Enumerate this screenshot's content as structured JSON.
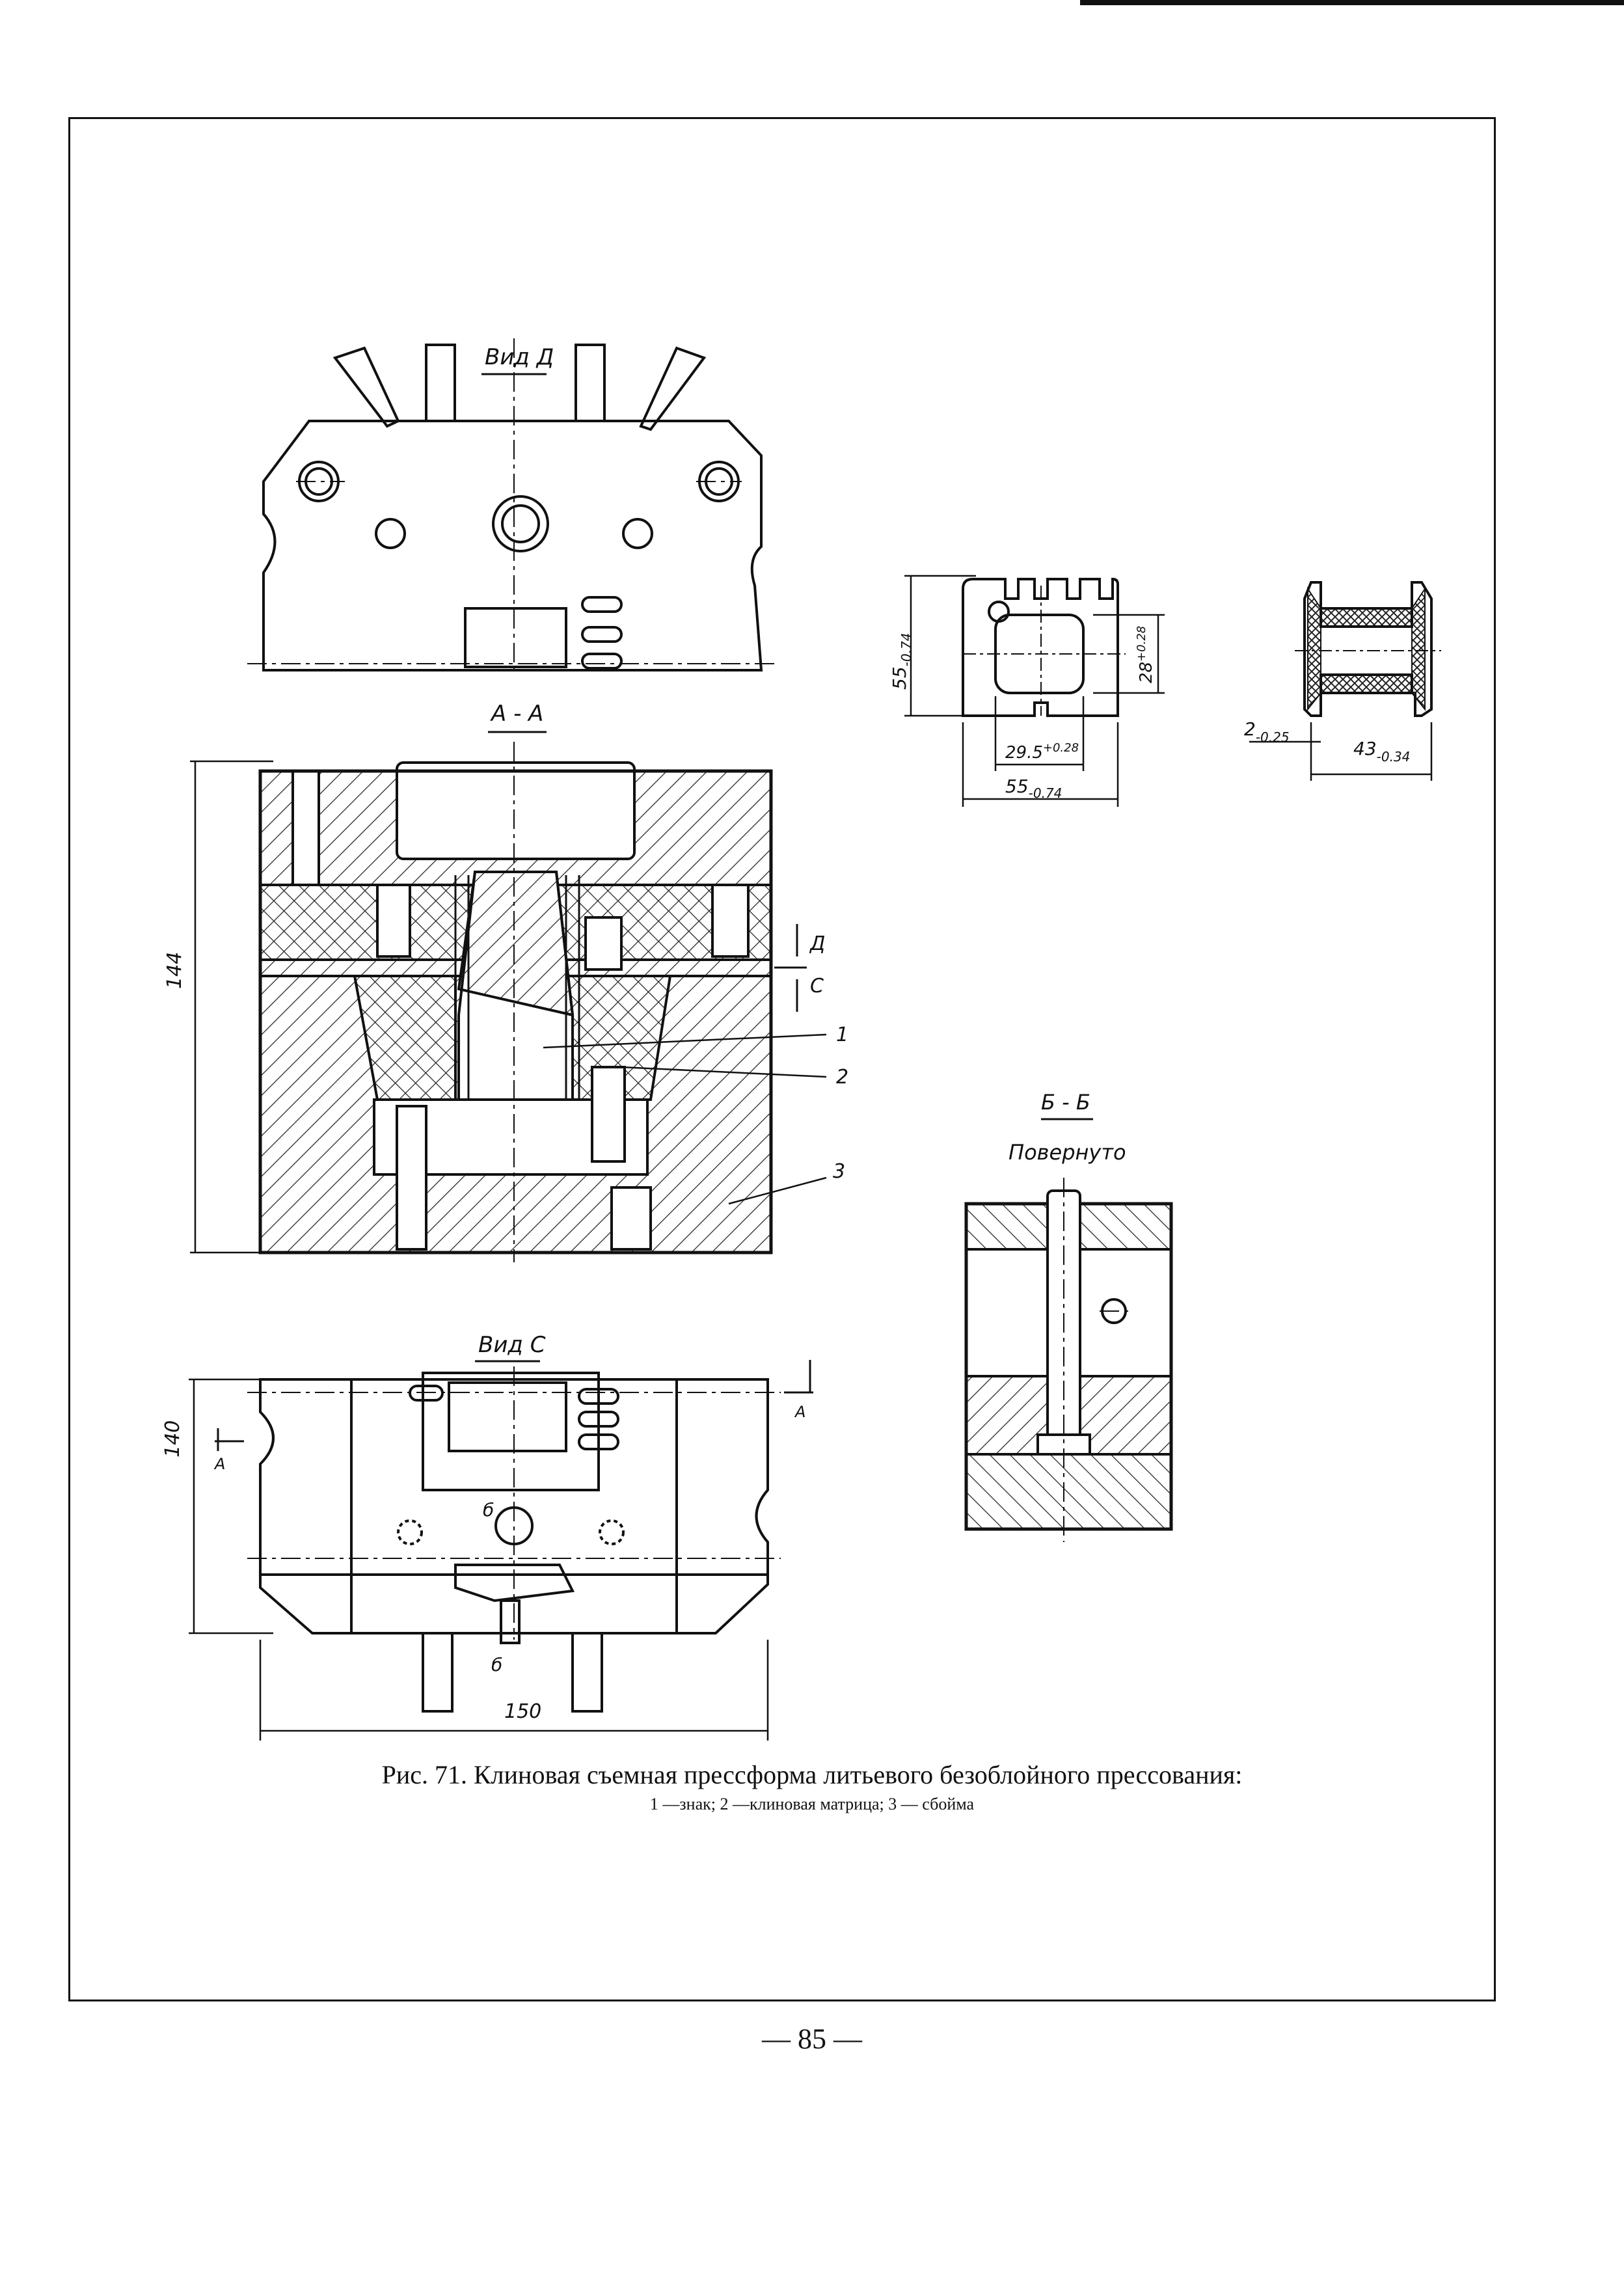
{
  "figure": {
    "views": {
      "view_d": "Вид Д",
      "section_aa": "А - А",
      "view_c": "Вид С",
      "section_bb": "Б - Б",
      "rotated": "Повернуто"
    },
    "dims": {
      "height_144": "144",
      "height_140": "140",
      "width_150": "150",
      "h55": "55",
      "h55_tol": "-0.74",
      "w55": "55",
      "w55_tol": "-0.74",
      "d28": "28",
      "d28_tol": "+0.28",
      "d29_5": "29.5",
      "d29_5_tol": "+0.28",
      "d2": "2",
      "d2_tol": "-0.25",
      "d43": "43",
      "d43_tol": "-0.34"
    },
    "cut_marks": {
      "d": "Д",
      "c": "С",
      "a": "А",
      "b": "б"
    },
    "callouts": [
      "1",
      "2",
      "3"
    ]
  },
  "caption": {
    "title": "Рис. 71. Клиновая съемная прессформа литьевого безоблойного прессования:",
    "legend": "1 —знак; 2 —клиновая матрица; 3 — сбойма"
  },
  "page_number": "— 85 —"
}
